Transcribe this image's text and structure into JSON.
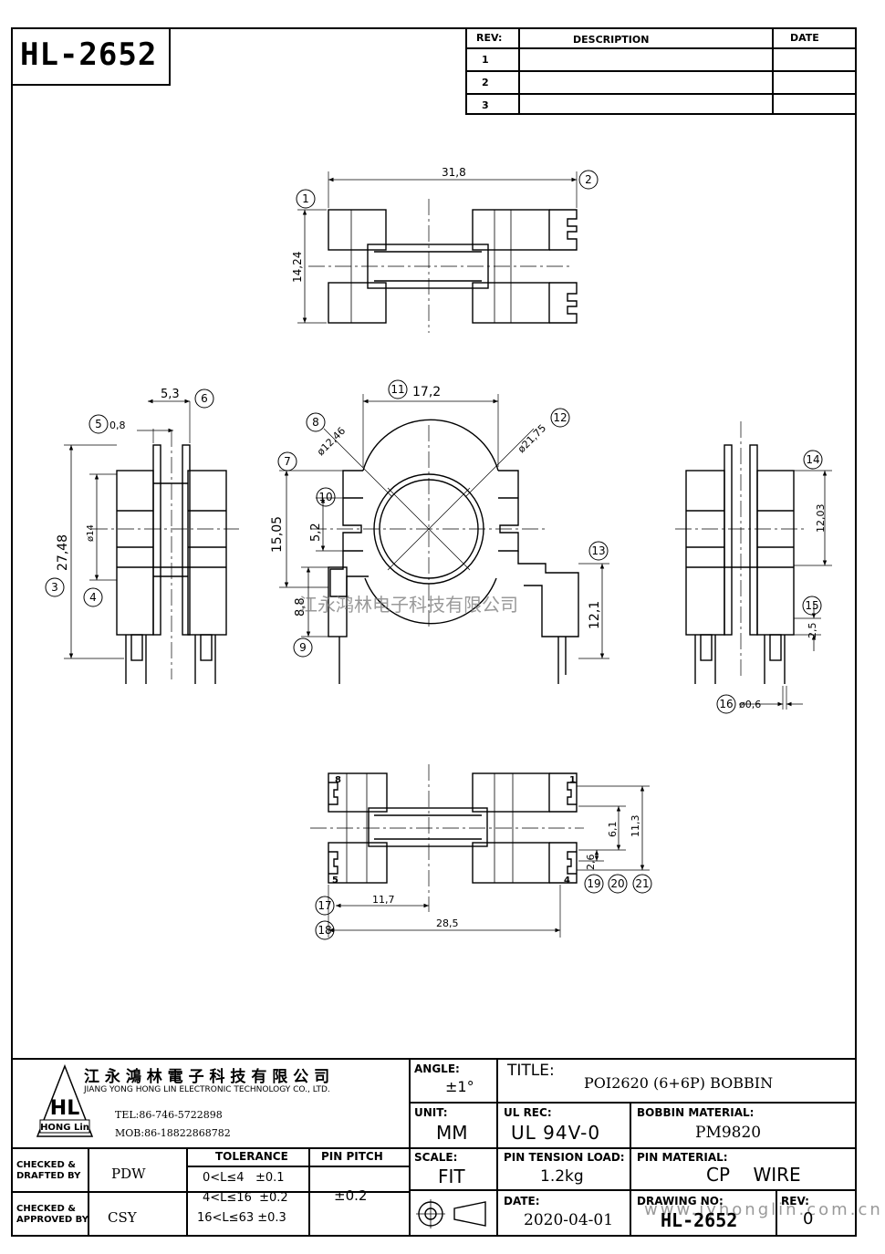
{
  "drawing_number": "HL-2652",
  "revision_table": {
    "headers": {
      "rev": "REV:",
      "description": "DESCRIPTION",
      "date": "DATE"
    },
    "rows": [
      {
        "rev": "1"
      },
      {
        "rev": "2"
      },
      {
        "rev": "3"
      }
    ]
  },
  "dimensions": {
    "d1": "31,8",
    "d2": "14,24",
    "d3": "5,3",
    "d4": "0,8",
    "d5": "27,48",
    "d6": "ø14",
    "d7": "17,2",
    "d8": "ø12,46",
    "d9": "ø21,75",
    "d10": "15,05",
    "d11": "5,2",
    "d12": "8,8",
    "d13": "12,1",
    "d14": "12,03",
    "d15": "2,5",
    "d16": "ø0,6",
    "d17": "6,1",
    "d18": "11,3",
    "d19": "2,6",
    "d20": "11,7",
    "d21": "28,5"
  },
  "balloons": [
    "1",
    "2",
    "3",
    "4",
    "5",
    "6",
    "7",
    "8",
    "9",
    "10",
    "11",
    "12",
    "13",
    "14",
    "15",
    "16",
    "17",
    "18",
    "19",
    "20",
    "21"
  ],
  "pin_labels": {
    "p8": "8",
    "p1": "1",
    "p5": "5",
    "p4": "4"
  },
  "watermark": "江永鸿林电子科技有限公司",
  "site_watermark": "www.jyhonglin.com.cn",
  "title_block": {
    "company_cn": "江 永 鴻 林 電 子 科 技 有 限 公 司",
    "company_en": "JIANG YONG HONG LIN ELECTRONIC TECHNOLOGY CO., LTD.",
    "logo_text": "HL",
    "logo_caption": "HONG Lin",
    "tel": "TEL:86-746-5722898",
    "mob": "MOB:86-18822868782",
    "angle_label": "ANGLE:",
    "angle_value": "±1°",
    "title_label": "TITLE:",
    "title_value": "POI2620 (6+6P) BOBBIN",
    "unit_label": "UNIT:",
    "unit_value": "MM",
    "ul_label": "UL REC:",
    "ul_value": "UL 94V-0",
    "bobbin_label": "BOBBIN MATERIAL:",
    "bobbin_value": "PM9820",
    "checked_drafted": "CHECKED &\nDRAFTED BY",
    "drafter": "PDW",
    "tolerance_label": "TOLERANCE",
    "pin_pitch_label": "PIN PITCH",
    "tol_rows": [
      "0<L≤4   ±0.1",
      "4<L≤16  ±0.2",
      "16<L≤63 ±0.3"
    ],
    "pin_pitch_value": "±0.2",
    "scale_label": "SCALE:",
    "scale_value": "FIT",
    "tension_label": "PIN TENSION LOAD:",
    "tension_value": "1.2kg",
    "pin_material_label": "PIN MATERIAL:",
    "pin_material_value": "CP    WIRE",
    "checked_approved": "CHECKED &\nAPPROVED BY",
    "approver": "CSY",
    "date_label": "DATE:",
    "date_value": "2020-04-01",
    "drawing_no_label": "DRAWING NO:",
    "drawing_no_value": "HL-2652",
    "rev_label": "REV:",
    "rev_value": "0"
  }
}
